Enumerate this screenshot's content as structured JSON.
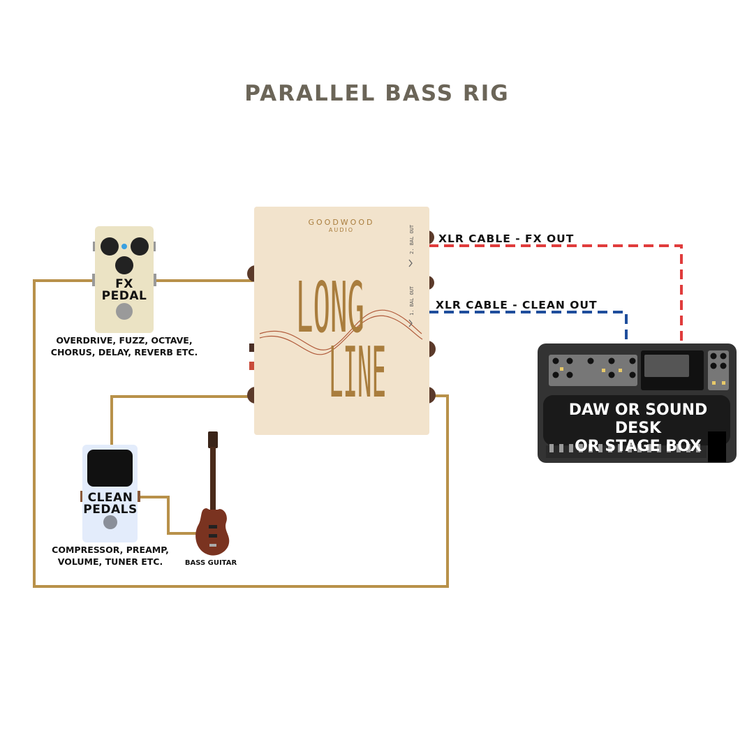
{
  "title": "PARALLEL BASS RIG",
  "colors": {
    "title": "#6b6558",
    "instrument_cable": "#b8914a",
    "fx_xlr": "#e03c3c",
    "clean_xlr": "#1f4e9c",
    "longline_body": "#f2e3cc",
    "longline_gold": "#a97d3d",
    "fx_pedal_body": "#ebe3c4",
    "clean_pedal_body": "#e3ecfb",
    "desk_body": "#333333"
  },
  "longline": {
    "brand": "GOODWOOD",
    "brand_sub": "AUDIO",
    "name_line1": "LONG",
    "name_line2": "LINE",
    "jack_2": "2. BAL OUT",
    "jack_1": "1. BAL OUT"
  },
  "fx_pedal": {
    "label_line1": "FX",
    "label_line2": "PEDAL",
    "caption_line1": "OVERDRIVE, FUZZ, OCTAVE,",
    "caption_line2": "CHORUS, DELAY, REVERB ETC."
  },
  "clean_pedal": {
    "label_line1": "CLEAN",
    "label_line2": "PEDALS",
    "caption_line1": "COMPRESSOR, PREAMP,",
    "caption_line2": "VOLUME, TUNER ETC."
  },
  "bass": {
    "caption": "BASS GUITAR"
  },
  "cables": {
    "fx_out": "XLR CABLE - FX OUT",
    "clean_out": "XLR CABLE - CLEAN OUT"
  },
  "desk": {
    "label_line1": "DAW OR SOUND DESK",
    "label_line2": "OR STAGE BOX"
  }
}
